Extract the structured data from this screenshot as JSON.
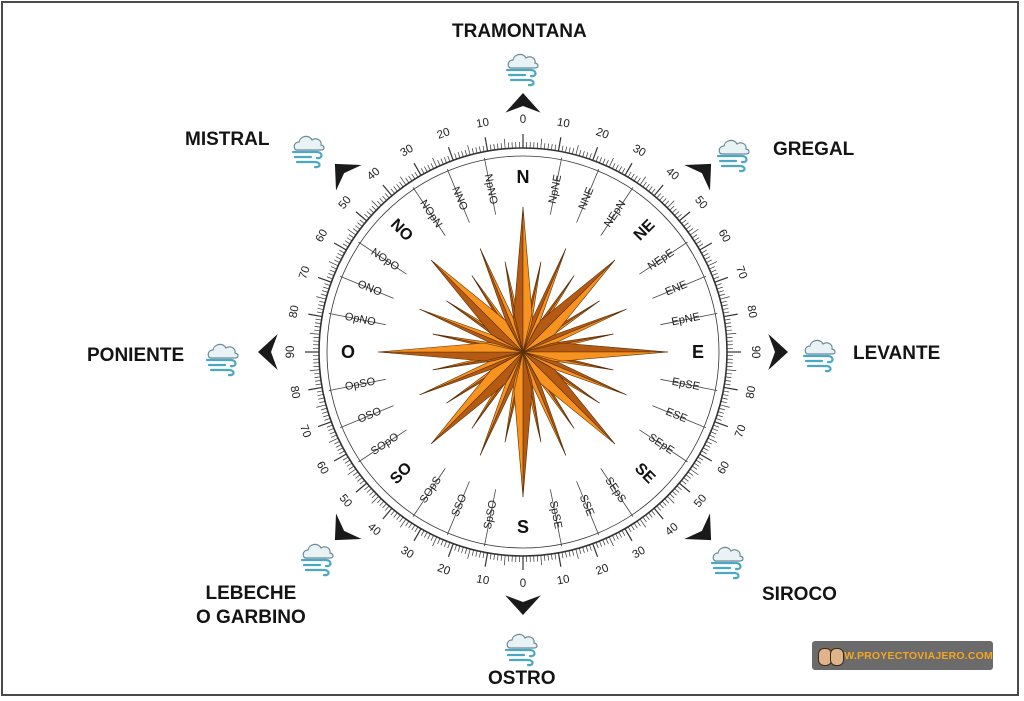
{
  "winds": {
    "north": "TRAMONTANA",
    "northeast": "GREGAL",
    "east": "LEVANTE",
    "southeast": "SIROCO",
    "south": "OSTRO",
    "southwest": "LEBECHE\nO GARBINO",
    "west": "PONIENTE",
    "northwest": "MISTRAL"
  },
  "cardinals": [
    "N",
    "E",
    "S",
    "O"
  ],
  "intercardinals": [
    "NE",
    "SE",
    "SO",
    "NO"
  ],
  "points": [
    "NpNE",
    "NNE",
    "NEpN",
    "NEpE",
    "ENE",
    "EpNE",
    "EpSE",
    "ESE",
    "SEpE",
    "SEpS",
    "SSE",
    "SpSE",
    "SpSO",
    "SSO",
    "SOpS",
    "SOpO",
    "OSO",
    "OpSO",
    "OpNO",
    "ONO",
    "NOpO",
    "NOpN",
    "NNO",
    "NpNO"
  ],
  "degree_labels": [
    "0",
    "10",
    "20",
    "30",
    "40",
    "50",
    "60",
    "70",
    "80",
    "90"
  ],
  "colors": {
    "rose_light": "#f7931e",
    "rose_dark": "#b55a12",
    "rose_mid": "#e0781a",
    "cloud": "#4aa8c4",
    "arrow": "#1a1a1a",
    "brand": "#f5a623"
  },
  "icons": [
    "wind-cloud-icon",
    "direction-arrow-icon",
    "avatar-icon"
  ],
  "watermark": {
    "url": "WWW.PROYECTOVIAJERO.COM"
  }
}
